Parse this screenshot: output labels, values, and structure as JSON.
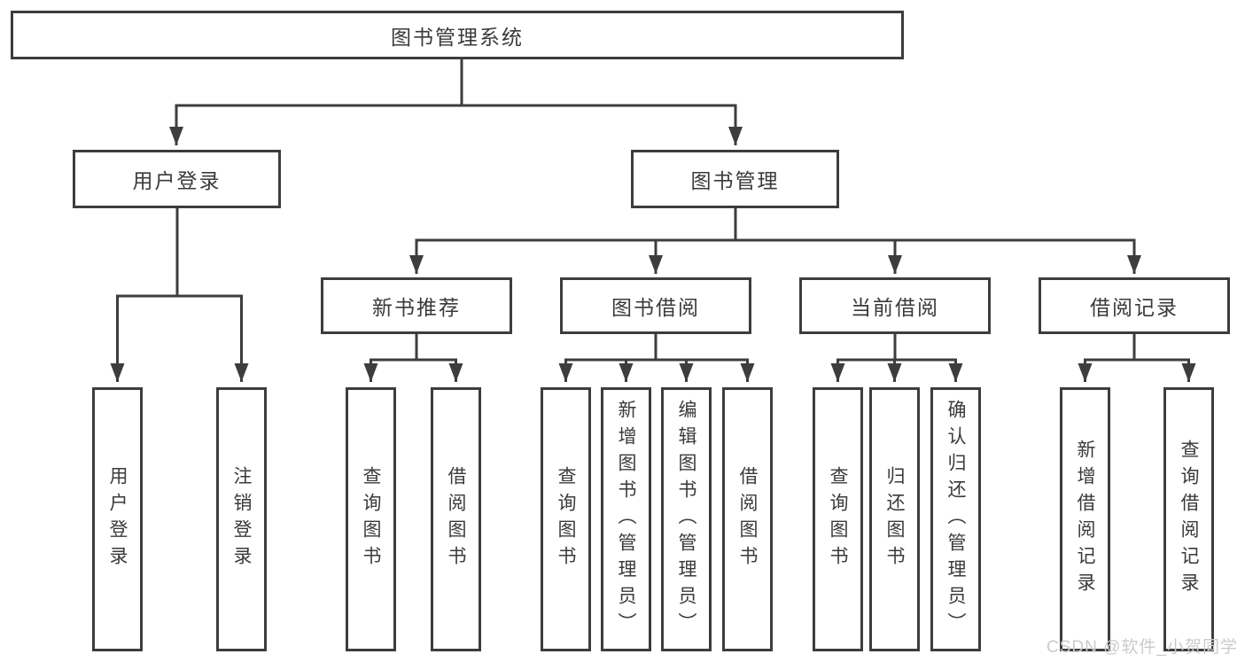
{
  "colors": {
    "line": "#3d3d3d",
    "text": "#3a3a3a",
    "background": "#ffffff",
    "watermark": "#cbcbcb"
  },
  "diagram": {
    "title": "图书管理系统",
    "level2": [
      {
        "label": "用户登录",
        "children": [
          {
            "label": "用户登录"
          },
          {
            "label": "注销登录"
          }
        ]
      },
      {
        "label": "图书管理",
        "children": [
          {
            "label": "新书推荐",
            "children": [
              {
                "label": "查询图书"
              },
              {
                "label": "借阅图书"
              }
            ]
          },
          {
            "label": "图书借阅",
            "children": [
              {
                "label": "查询图书"
              },
              {
                "label": "新增图书（管理员）"
              },
              {
                "label": "编辑图书（管理员）"
              },
              {
                "label": "借阅图书"
              }
            ]
          },
          {
            "label": "当前借阅",
            "children": [
              {
                "label": "查询图书"
              },
              {
                "label": "归还图书"
              },
              {
                "label": "确认归还（管理员）"
              }
            ]
          },
          {
            "label": "借阅记录",
            "children": [
              {
                "label": "新增借阅记录"
              },
              {
                "label": "查询借阅记录"
              }
            ]
          }
        ]
      }
    ]
  },
  "watermark": {
    "text": "CSDN @软件_小贺同学"
  }
}
